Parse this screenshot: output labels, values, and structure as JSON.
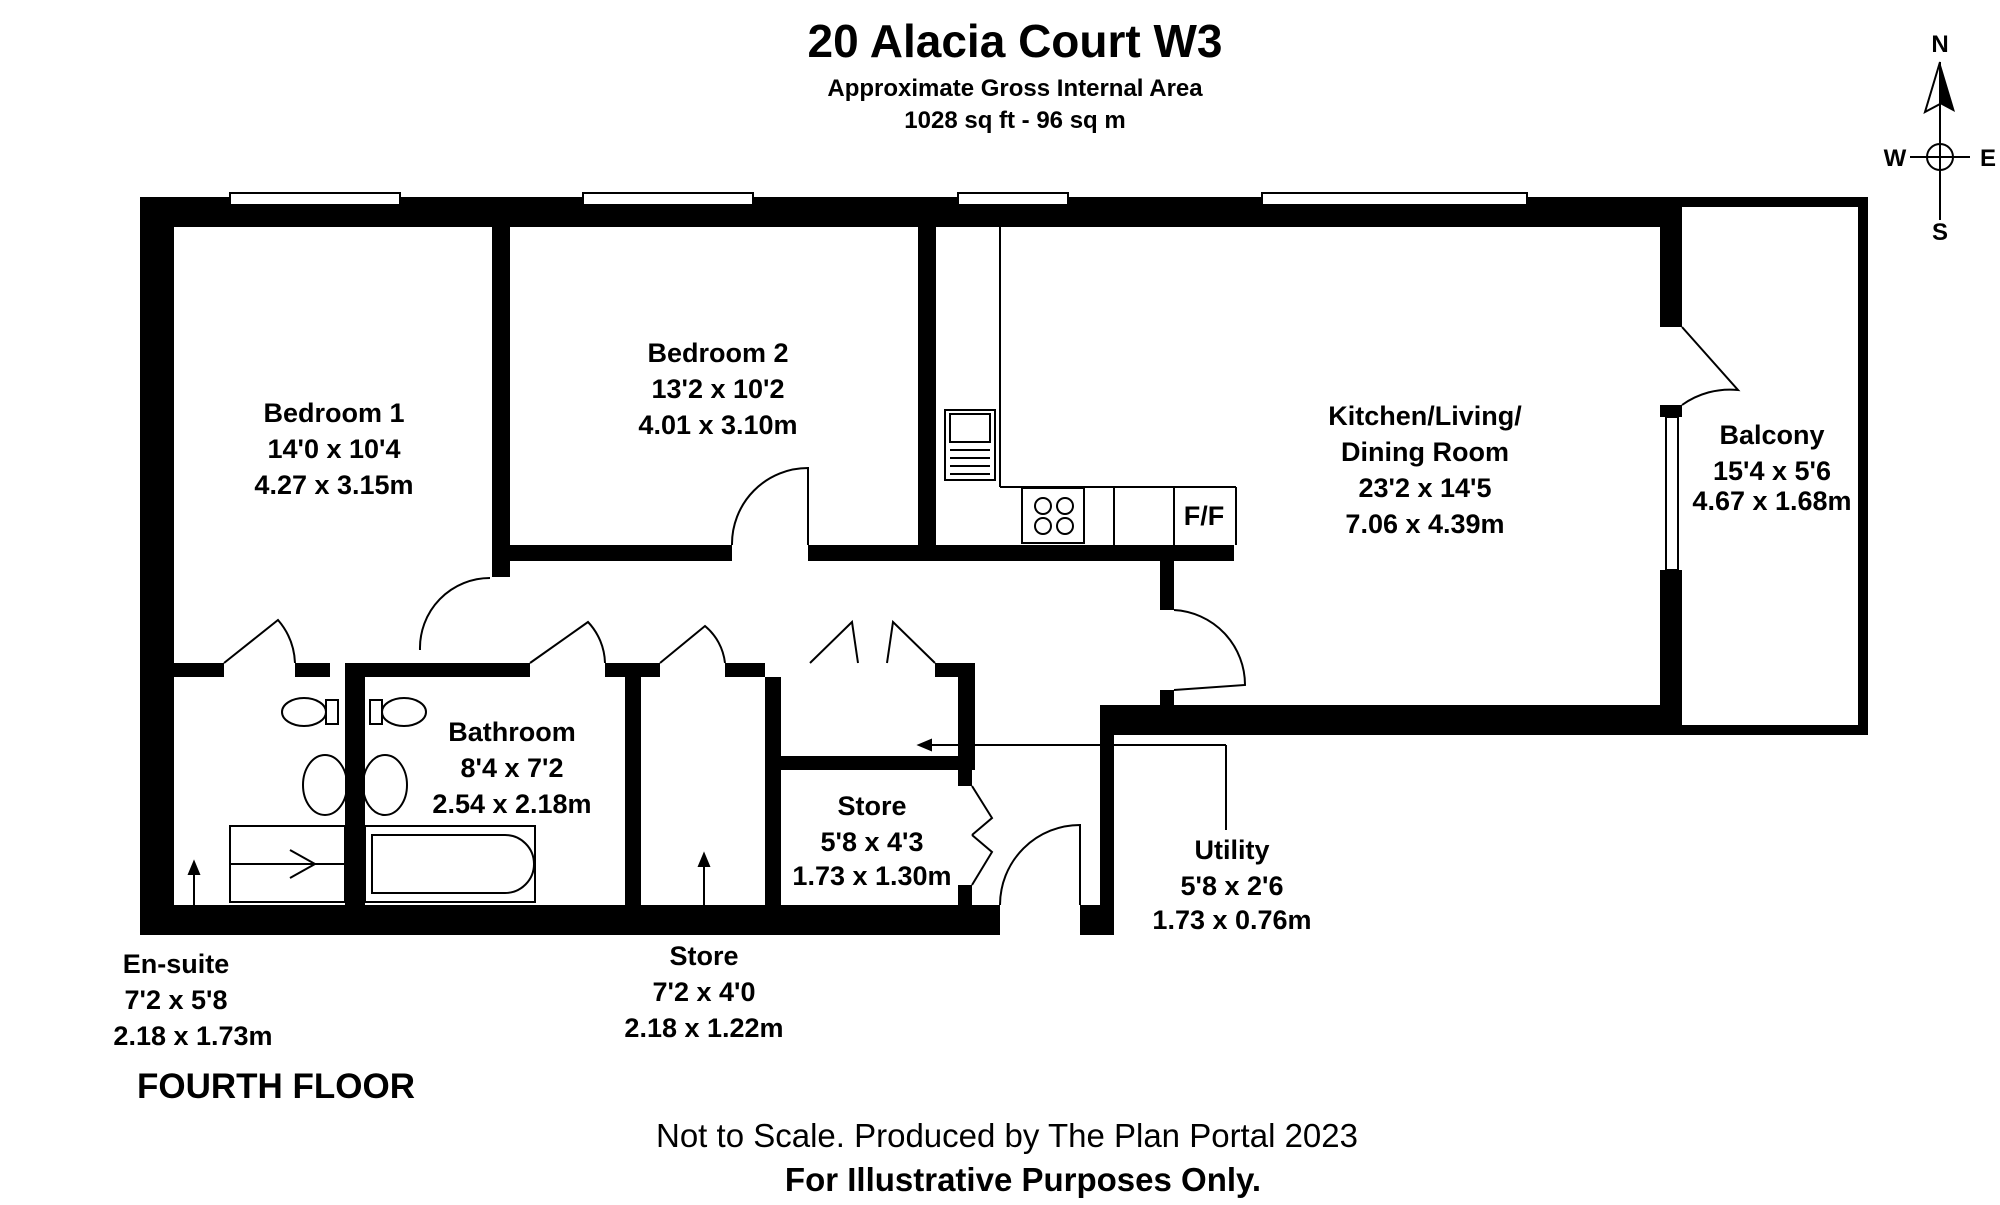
{
  "header": {
    "title": "20 Alacia Court W3",
    "area_label": "Approximate Gross Internal Area",
    "area_value": "1028 sq ft - 96 sq m"
  },
  "compass": {
    "n": "N",
    "s": "S",
    "e": "E",
    "w": "W"
  },
  "rooms": {
    "bedroom1": {
      "name": "Bedroom 1",
      "imperial": "14'0 x 10'4",
      "metric": "4.27 x 3.15m"
    },
    "bedroom2": {
      "name": "Bedroom 2",
      "imperial": "13'2 x 10'2",
      "metric": "4.01 x 3.10m"
    },
    "kitchen": {
      "name_line1": "Kitchen/Living/",
      "name_line2": "Dining Room",
      "imperial": "23'2 x 14'5",
      "metric": "7.06 x 4.39m"
    },
    "balcony": {
      "name": "Balcony",
      "imperial": "15'4 x 5'6",
      "metric": "4.67 x 1.68m"
    },
    "bathroom": {
      "name": "Bathroom",
      "imperial": "8'4 x 7'2",
      "metric": "2.54 x 2.18m"
    },
    "store_small": {
      "name": "Store",
      "imperial": "5'8 x 4'3",
      "metric": "1.73 x 1.30m"
    },
    "utility": {
      "name": "Utility",
      "imperial": "5'8 x 2'6",
      "metric": "1.73 x 0.76m"
    },
    "ensuite": {
      "name": "En-suite",
      "imperial": "7'2 x 5'8",
      "metric": "2.18 x 1.73m"
    },
    "store_bottom": {
      "name": "Store",
      "imperial": "7'2 x 4'0",
      "metric": "2.18 x 1.22m"
    }
  },
  "fridge_label": "F/F",
  "floor_label": "FOURTH FLOOR",
  "footer": {
    "line1": "Not to Scale. Produced by The Plan Portal 2023",
    "line2": "For Illustrative Purposes Only."
  }
}
